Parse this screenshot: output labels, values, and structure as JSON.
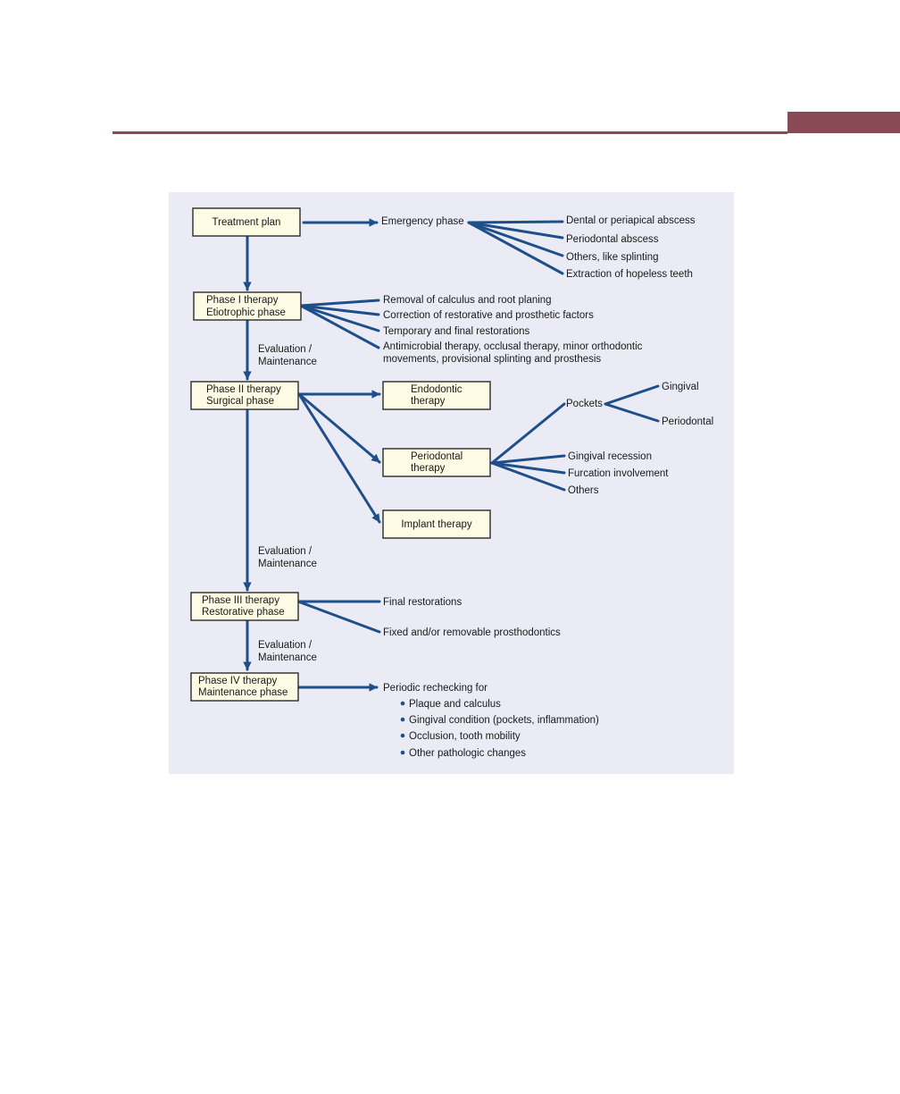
{
  "header": {
    "accent_color": "#8a4a55"
  },
  "diagram": {
    "connector_color": "#1f4f8a",
    "box_fill": "#fdfbe3",
    "panel_color": "#ebebf5",
    "treatment_plan": "Treatment plan",
    "emergency": {
      "label": "Emergency phase",
      "items": [
        "Dental or periapical abscess",
        "Periodontal abscess",
        "Others, like splinting",
        "Extraction of hopeless teeth"
      ]
    },
    "phase1": {
      "line1": "Phase I therapy",
      "line2": "Etiotrophic phase",
      "items": [
        "Removal of calculus and root planing",
        "Correction of restorative and prosthetic factors",
        "Temporary and final restorations"
      ],
      "item4_line1": "Antimicrobial therapy, occlusal therapy, minor orthodontic",
      "item4_line2": "movements, provisional splinting and prosthesis"
    },
    "eval_label_line1": "Evaluation /",
    "eval_label_line2": "Maintenance",
    "phase2": {
      "line1": "Phase II therapy",
      "line2": "Surgical phase",
      "endodontic_line1": "Endodontic",
      "endodontic_line2": "therapy",
      "periodontal_line1": "Periodontal",
      "periodontal_line2": "therapy",
      "implant": "Implant therapy",
      "pockets": "Pockets",
      "pockets_items": [
        "Gingival",
        "Periodontal"
      ],
      "periodontal_items": [
        "Gingival recession",
        "Furcation involvement",
        "Others"
      ]
    },
    "phase3": {
      "line1": "Phase III therapy",
      "line2": "Restorative phase",
      "items": [
        "Final restorations",
        "Fixed and/or removable prosthodontics"
      ]
    },
    "phase4": {
      "line1": "Phase IV therapy",
      "line2": "Maintenance phase",
      "label": "Periodic rechecking for",
      "bullets": [
        "Plaque and calculus",
        "Gingival condition (pockets, inflammation)",
        "Occlusion, tooth mobility",
        "Other pathologic changes"
      ]
    }
  }
}
